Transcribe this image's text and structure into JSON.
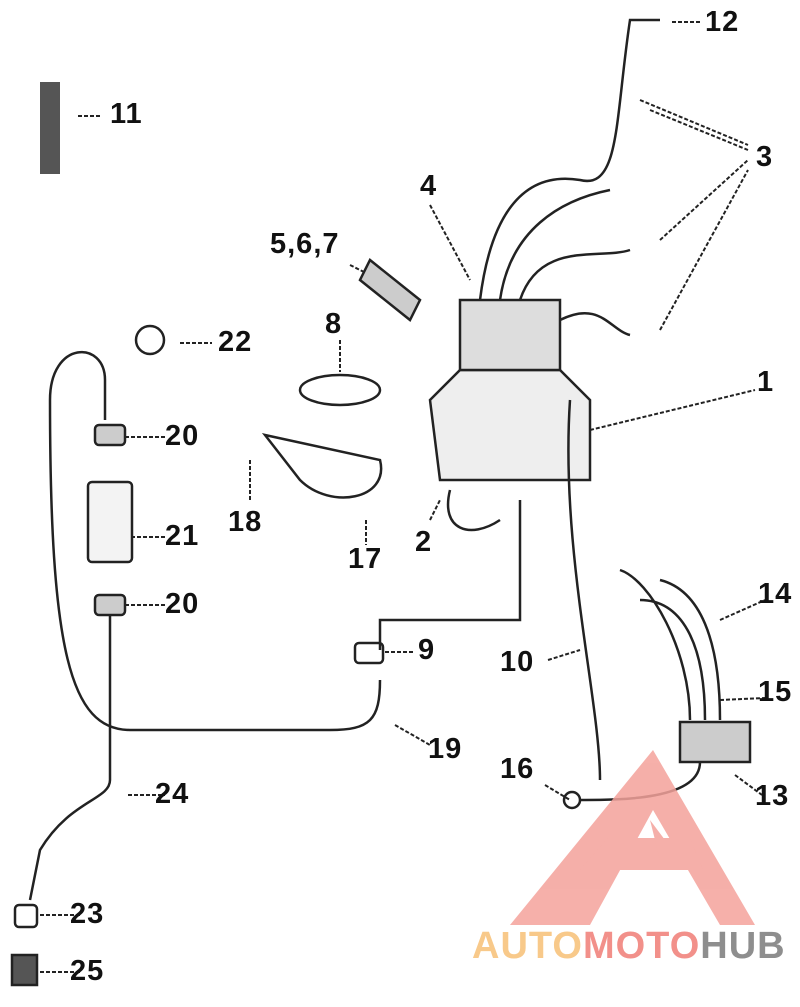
{
  "callouts": [
    "11",
    "12",
    "3",
    "4",
    "5,6,7",
    "22",
    "8",
    "1",
    "20",
    "18",
    "21",
    "2",
    "17",
    "20",
    "14",
    "9",
    "10",
    "15",
    "19",
    "16",
    "24",
    "13",
    "23",
    "25"
  ],
  "watermark": {
    "part1": "AUTO",
    "part2": "MOTO",
    "part3": "HUB",
    "colors": {
      "auto": "#f8c98a",
      "moto": "#f2908a",
      "hub": "#8e8e8e",
      "triangle": "#f4a29b"
    }
  }
}
